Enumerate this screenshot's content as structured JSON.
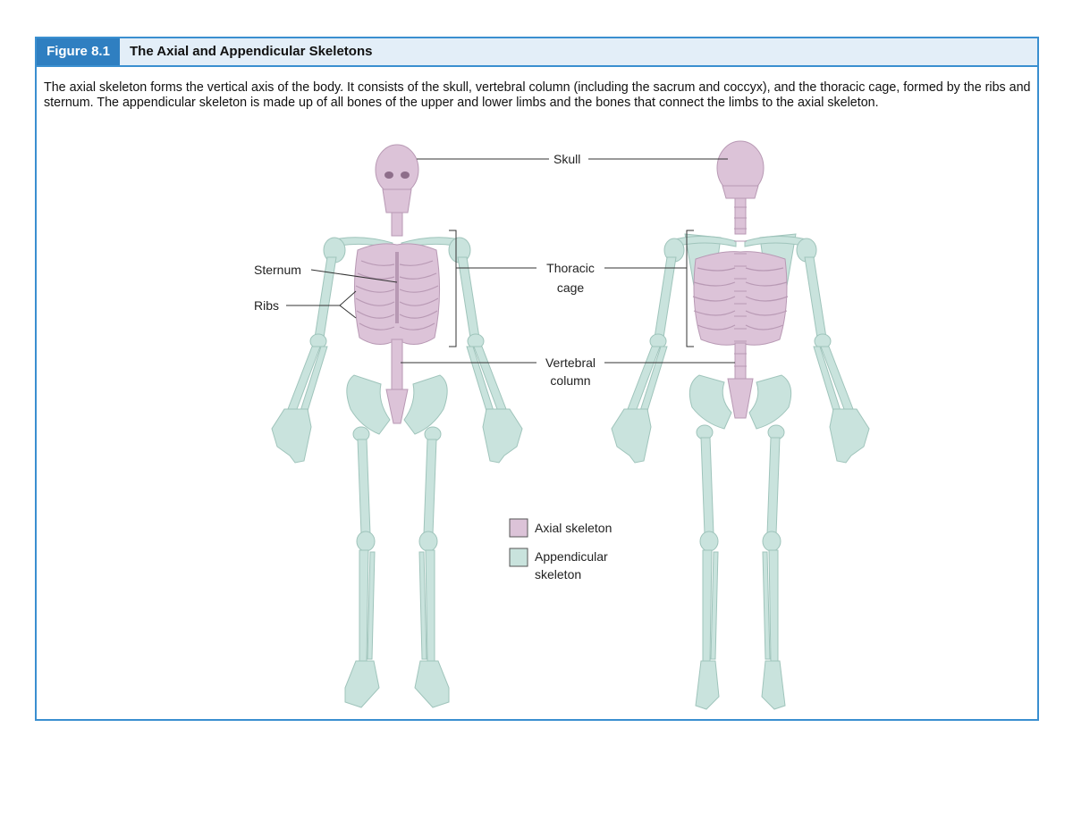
{
  "figure": {
    "number": "Figure 8.1",
    "title": "The Axial and Appendicular Skeletons",
    "caption": "The axial skeleton forms the vertical axis of the body. It consists of the skull, vertebral column (including the sacrum and coccyx), and the thoracic cage, formed by the ribs and sternum. The appendicular skeleton is made up of all bones of the upper and lower limbs and the bones that connect the limbs to the axial skeleton."
  },
  "labels": {
    "skull": "Skull",
    "sternum": "Sternum",
    "ribs": "Ribs",
    "thoracic_1": "Thoracic",
    "thoracic_2": "cage",
    "vertebral_1": "Vertebral",
    "vertebral_2": "column"
  },
  "legend": {
    "axial": "Axial skeleton",
    "appendicular_1": "Appendicular",
    "appendicular_2": "skeleton"
  },
  "colors": {
    "axial": "#dcc3d8",
    "appendicular": "#c9e3dd",
    "border": "#3a8fd0",
    "header_bg": "#e3eef8",
    "number_bg": "#2f7fc1"
  }
}
